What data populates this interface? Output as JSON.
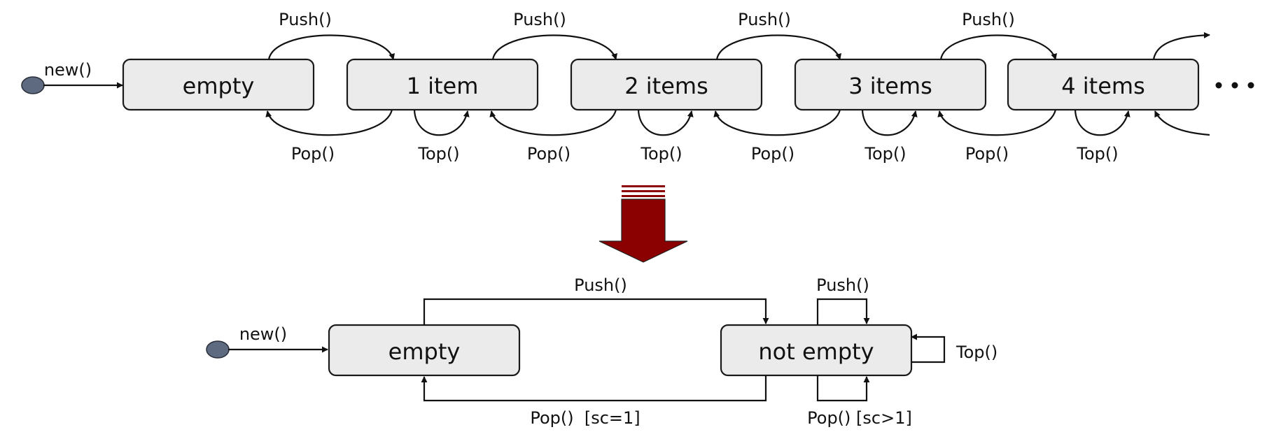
{
  "top_chart": {
    "initial_label": "new()",
    "states": [
      "empty",
      "1 item",
      "2 items",
      "3 items",
      "4 items"
    ],
    "push_label": "Push()",
    "pop_label": "Pop()",
    "top_label": "Top()"
  },
  "bottom_chart": {
    "initial_label": "new()",
    "states": [
      "empty",
      "not empty"
    ],
    "push_empty_label": "Push()",
    "push_self_label": "Push()",
    "top_self_label": "Top()",
    "pop_to_empty_label": "Pop()  [sc=1]",
    "pop_self_label": "Pop() [sc>1]"
  },
  "colors": {
    "state_fill": "#ebebeb",
    "initial_dot": "#5d6a80",
    "arrow_dark_red": "#8b0000"
  }
}
